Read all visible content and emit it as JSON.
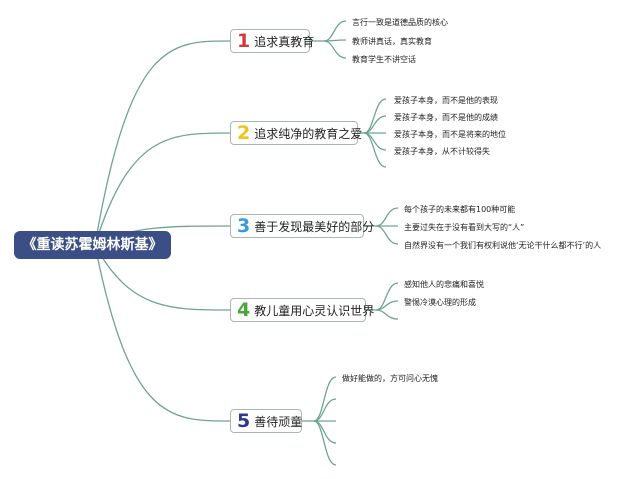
{
  "root": "《重读苏霍姆林斯基》",
  "colors": {
    "branch": "#6fa391",
    "root_bg": "#3b4f86"
  },
  "branches": [
    {
      "num": "1",
      "color": "#d13b3b",
      "label": "追求真教育",
      "leaves": [
        "言行一致是道德品质的核心",
        "教师讲真话，真实教育",
        "教育学生不讲空话"
      ]
    },
    {
      "num": "2",
      "color": "#f0c419",
      "label": "追求纯净的教育之爱",
      "leaves": [
        "爱孩子本身，而不是他的表现",
        "爱孩子本身，而不是他的成绩",
        "爱孩子本身，而不是将来的地位",
        "爱孩子本身，从不计较得失"
      ]
    },
    {
      "num": "3",
      "color": "#3a9ad9",
      "label": "善于发现最美好的部分",
      "leaves": [
        "每个孩子的未来都有100种可能",
        "主要过失在于没有看到大写的“人”",
        "自然界没有一个我们有权利说他‘无论干什么都不行’的人"
      ]
    },
    {
      "num": "4",
      "color": "#4aa63a",
      "label": "教儿童用心灵认识世界",
      "leaves": [
        "感知他人的悲痛和喜悦",
        "警惕冷漠心理的形成"
      ]
    },
    {
      "num": "5",
      "color": "#2d3a8c",
      "label": "善待顽童",
      "leaves": [
        "做好能做的，方可问心无愧"
      ]
    }
  ]
}
